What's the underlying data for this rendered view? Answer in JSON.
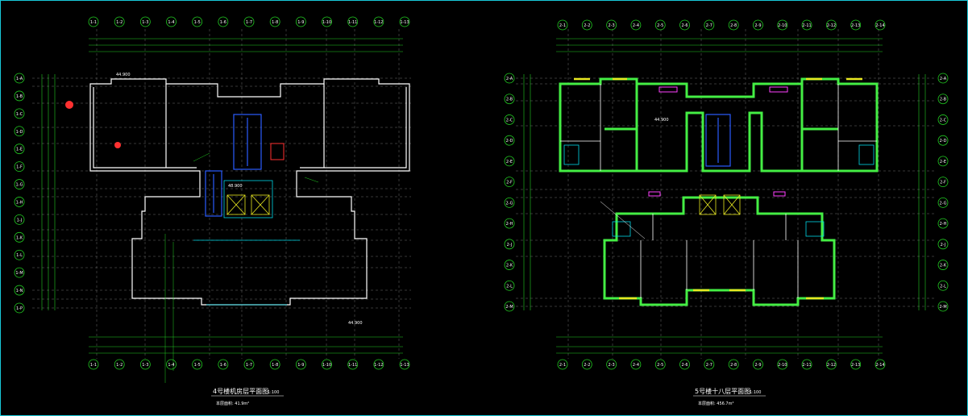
{
  "left_plan": {
    "title": "4号楼机房层平面图",
    "scale": "1:100",
    "area_note": "本层面积: 41.9m²",
    "top_axes": [
      "1-1",
      "1-2",
      "1-3",
      "1-4",
      "1-5",
      "1-6",
      "1-7",
      "1-8",
      "1-9",
      "1-10",
      "1-11",
      "1-12",
      "1-13"
    ],
    "side_axes": [
      "1-A",
      "1-B",
      "1-C",
      "1-D",
      "1-E",
      "1-F",
      "1-G",
      "1-H",
      "1-J",
      "1-K",
      "1-L",
      "1-M",
      "1-N",
      "1-P"
    ],
    "elev_1": "44.900",
    "elev_2": "48.900"
  },
  "right_plan": {
    "title": "5号楼十八层平面图",
    "scale": "1:100",
    "area_note": "本层面积: 456.7m²",
    "top_axes": [
      "2-1",
      "2-2",
      "2-3",
      "2-4",
      "2-5",
      "2-6",
      "2-7",
      "2-8",
      "2-9",
      "2-10",
      "2-11",
      "2-12",
      "2-13",
      "2-14"
    ],
    "side_axes": [
      "2-A",
      "2-B",
      "2-C",
      "2-D",
      "2-E",
      "2-F",
      "2-G",
      "2-H",
      "2-J",
      "2-K",
      "2-L",
      "2-M"
    ],
    "elev_1": "44.900"
  },
  "colors": {
    "frame": "#18c8d8",
    "dim": "#22cc22",
    "wall": "#ffffff",
    "thick_wall": "#44ee44",
    "cyan": "#00d8e8",
    "yellow": "#e8e820",
    "blue": "#2a5cff",
    "red": "#ff3030",
    "magenta": "#ff40ff"
  }
}
